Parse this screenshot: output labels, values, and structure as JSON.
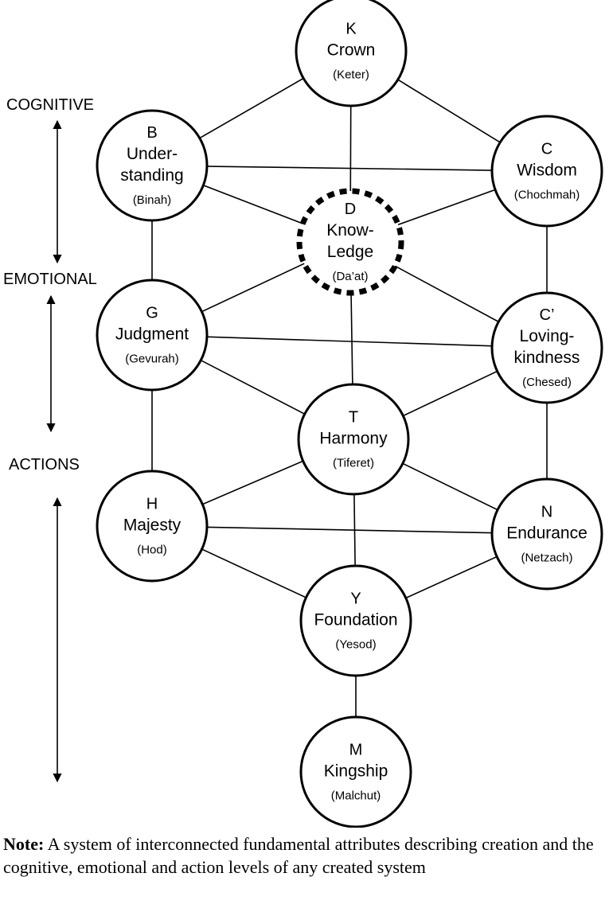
{
  "levels": {
    "cognitive": "COGNITIVE",
    "emotional": "EMOTIONAL",
    "actions": "ACTIONS"
  },
  "nodes": [
    {
      "id": "keter",
      "letter": "K",
      "lines": [
        "Crown"
      ],
      "sub": "(Keter)",
      "dashed": false
    },
    {
      "id": "binah",
      "letter": "B",
      "lines": [
        "Under-",
        "standing"
      ],
      "sub": "(Binah)",
      "dashed": false
    },
    {
      "id": "chochmah",
      "letter": "C",
      "lines": [
        "Wisdom"
      ],
      "sub": "(Chochmah)",
      "dashed": false
    },
    {
      "id": "daat",
      "letter": "D",
      "lines": [
        "Know-",
        "Ledge"
      ],
      "sub": "(Da’at)",
      "dashed": true
    },
    {
      "id": "gevurah",
      "letter": "G",
      "lines": [
        "Judgment"
      ],
      "sub": "(Gevurah)",
      "dashed": false
    },
    {
      "id": "chesed",
      "letter": "C’",
      "lines": [
        "Loving-",
        "kindness"
      ],
      "sub": "(Chesed)",
      "dashed": false
    },
    {
      "id": "tiferet",
      "letter": "T",
      "lines": [
        "Harmony"
      ],
      "sub": "(Tiferet)",
      "dashed": false
    },
    {
      "id": "hod",
      "letter": "H",
      "lines": [
        "Majesty"
      ],
      "sub": "(Hod)",
      "dashed": false
    },
    {
      "id": "netzach",
      "letter": "N",
      "lines": [
        "Endurance"
      ],
      "sub": "(Netzach)",
      "dashed": false
    },
    {
      "id": "yesod",
      "letter": "Y",
      "lines": [
        "Foundation"
      ],
      "sub": "(Yesod)",
      "dashed": false
    },
    {
      "id": "malchut",
      "letter": "M",
      "lines": [
        "Kingship"
      ],
      "sub": "(Malchut)",
      "dashed": false
    }
  ],
  "edges": [
    [
      "keter",
      "binah"
    ],
    [
      "keter",
      "chochmah"
    ],
    [
      "keter",
      "daat"
    ],
    [
      "binah",
      "chochmah"
    ],
    [
      "binah",
      "daat"
    ],
    [
      "chochmah",
      "daat"
    ],
    [
      "binah",
      "gevurah"
    ],
    [
      "chochmah",
      "chesed"
    ],
    [
      "daat",
      "gevurah"
    ],
    [
      "daat",
      "chesed"
    ],
    [
      "daat",
      "tiferet"
    ],
    [
      "gevurah",
      "chesed"
    ],
    [
      "gevurah",
      "tiferet"
    ],
    [
      "chesed",
      "tiferet"
    ],
    [
      "gevurah",
      "hod"
    ],
    [
      "chesed",
      "netzach"
    ],
    [
      "tiferet",
      "hod"
    ],
    [
      "tiferet",
      "netzach"
    ],
    [
      "tiferet",
      "yesod"
    ],
    [
      "hod",
      "netzach"
    ],
    [
      "hod",
      "yesod"
    ],
    [
      "netzach",
      "yesod"
    ],
    [
      "yesod",
      "malchut"
    ]
  ],
  "note": {
    "label": "Note:",
    "text": " A system of interconnected fundamental attributes describing creation and the cognitive, emotional and action levels of any created system"
  }
}
